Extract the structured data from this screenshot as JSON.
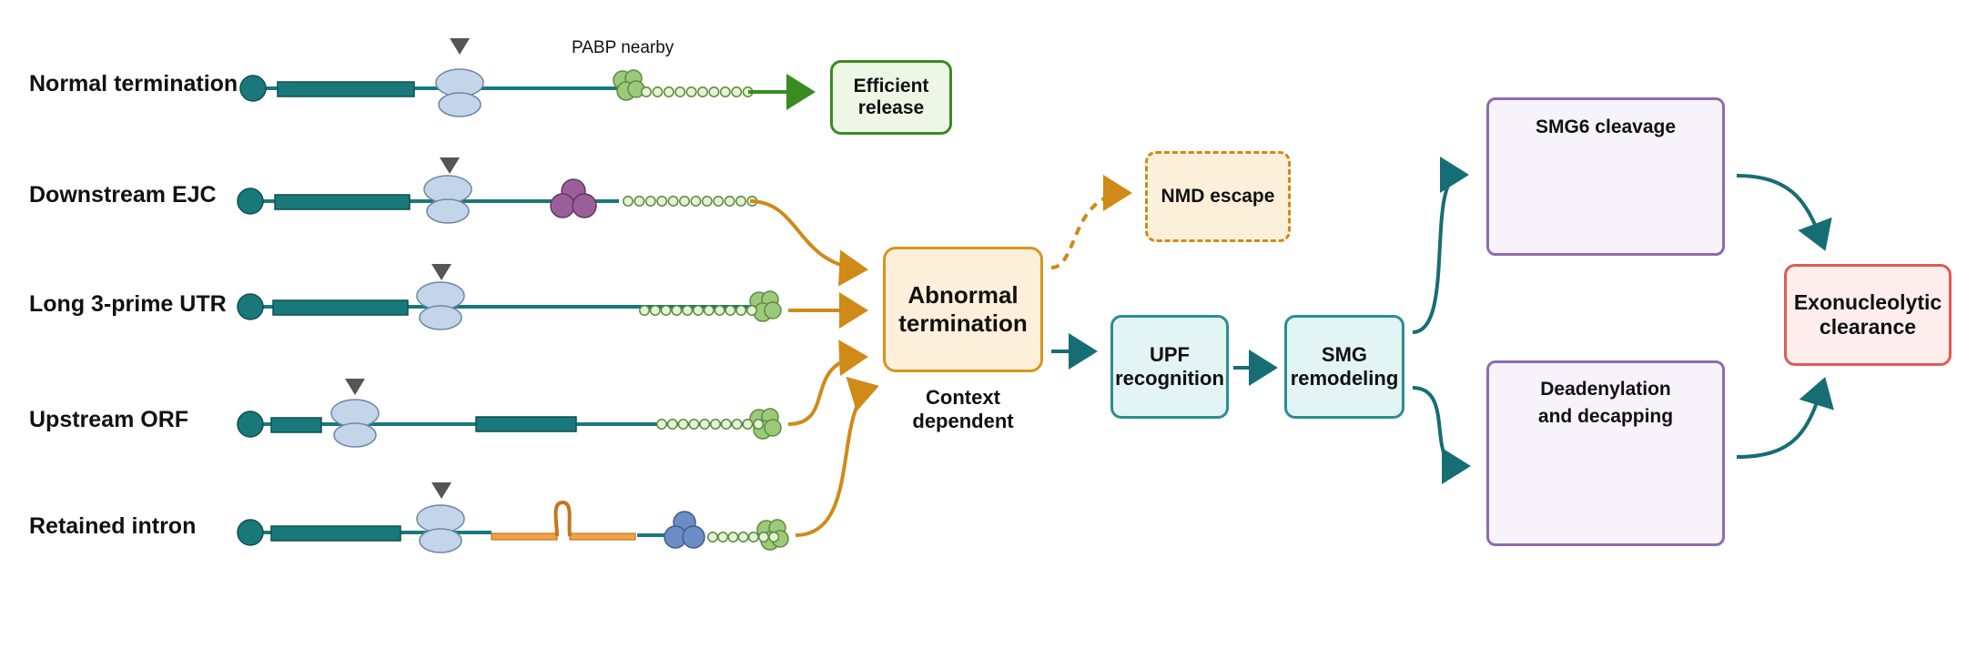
{
  "rows": [
    {
      "label": "Normal termination"
    },
    {
      "label": "Downstream EJC"
    },
    {
      "label": "Long 3-prime UTR"
    },
    {
      "label": "Upstream ORF"
    },
    {
      "label": "Retained intron"
    }
  ],
  "annotations": {
    "pabp_nearby": "PABP nearby",
    "context_dependent": "Context\ndependent"
  },
  "boxes": {
    "efficient_release": "Efficient\nrelease",
    "nmd_escape": "NMD escape",
    "abnormal_termination": "Abnormal\ntermination",
    "upf_recognition": "UPF\nrecognition",
    "smg_remodeling": "SMG\nremodeling",
    "exonucleolytic_clearance": "Exonucleolytic\nclearance"
  },
  "panels": {
    "smg6_cleavage": "SMG6 cleavage",
    "deadenylation_decapping": "Deadenylation\nand decapping"
  },
  "colors": {
    "mrna": "#19797a",
    "ribosome": "#c4d5ea",
    "pabp": "#9dc97a",
    "ejc": "#9a5f99",
    "retained_intron": "#f0a149",
    "green_arrow": "#3a8b21",
    "orange_arrow": "#cf8a18",
    "teal_arrow": "#166e74",
    "abnormal_fill": "#fdf0da",
    "abnormal_border": "#d8951d",
    "teal_box_fill": "#e2f4f4",
    "teal_box_border": "#2e8c90",
    "clearance_border": "#e05a50",
    "clearance_fill": "#fdeeed",
    "panel_border": "#8e6bb0"
  }
}
